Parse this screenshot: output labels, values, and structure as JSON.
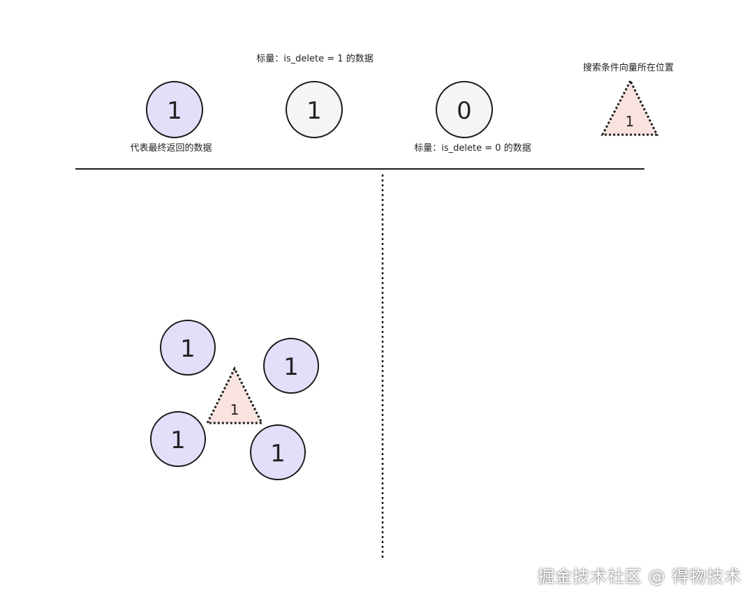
{
  "legend": {
    "returned_data_label": "代表最终返回的数据",
    "scalar_one_label": "标量：is_delete = 1 的数据",
    "scalar_zero_label": "标量：is_delete = 0 的数据",
    "query_vector_label": "搜索条件向量所在位置"
  },
  "symbols": {
    "returned_value": "1",
    "scalar_one_value": "1",
    "scalar_zero_value": "0",
    "query_value": "1"
  },
  "cluster": {
    "points": [
      {
        "value": "1"
      },
      {
        "value": "1"
      },
      {
        "value": "1"
      },
      {
        "value": "1"
      }
    ],
    "query_value": "1"
  },
  "watermark": "掘金技术社区 @ 得物技术",
  "colors": {
    "returned_fill": "#e3defa",
    "neutral_fill": "#f5f5f5",
    "query_fill": "#f9e3e1",
    "stroke": "#1a1a1a"
  }
}
